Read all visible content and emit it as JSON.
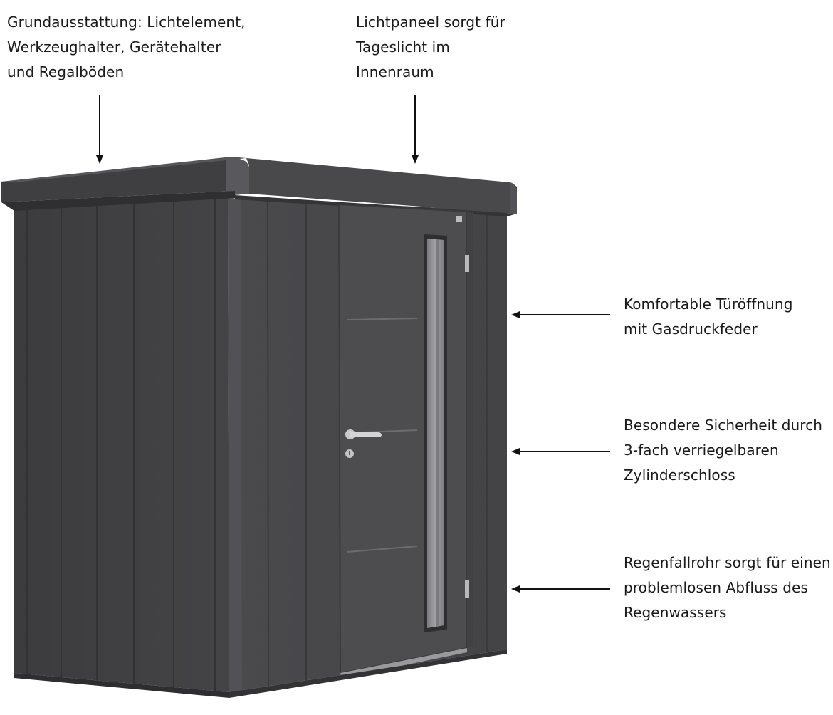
{
  "annotations": {
    "equipment": {
      "lines": [
        "Grundausstattung: Lichtelement,",
        "Werkzeughalter, Gerätehalter",
        "und Regalböden"
      ]
    },
    "light_panel": {
      "lines": [
        "Lichtpaneel sorgt für",
        "Tageslicht im",
        "Innenraum"
      ]
    },
    "door_opening": {
      "lines": [
        "Komfortable Türöffnung",
        "mit Gasdruckfeder"
      ]
    },
    "security": {
      "lines": [
        "Besondere Sicherheit durch",
        "3-fach verriegelbaren",
        "Zylinderschloss"
      ]
    },
    "downpipe": {
      "lines": [
        "Regenfallrohr sorgt für einen",
        "problemlosen Abfluss des",
        "Regenwassers"
      ]
    }
  },
  "colors": {
    "shed_front": "#48484b",
    "shed_side": "#424245",
    "roof_top": "#545458",
    "roof_fascia": "#3b3b3e",
    "door": "#4b4b4e",
    "glass": "#8b8b8f",
    "handle": "#c9c9cc",
    "arrow": "#111111"
  }
}
